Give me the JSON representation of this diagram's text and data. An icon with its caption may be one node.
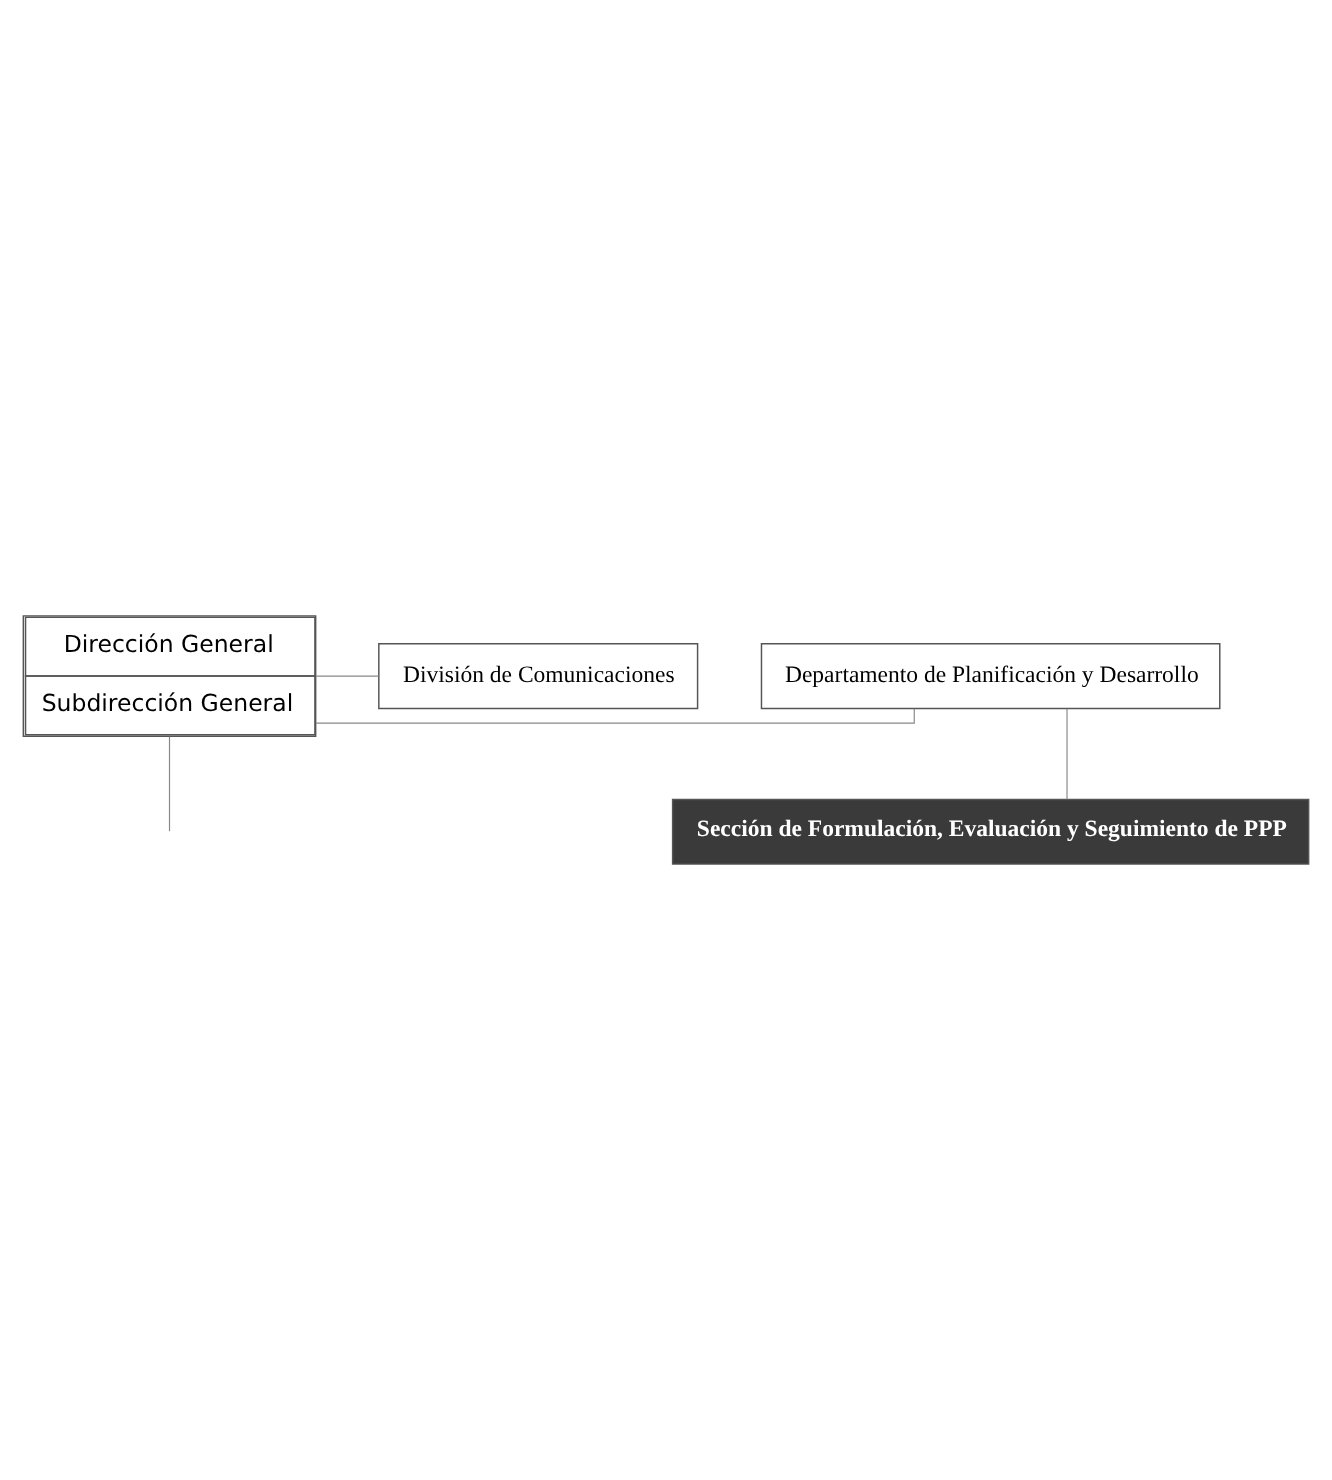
{
  "diagram": {
    "nodes": [
      {
        "text": [
          "Dirección General",
          "Subdirección General"
        ]
      },
      {
        "text": [
          "División de Comunicaciones"
        ]
      },
      {
        "text": [
          "Departamento de Planificación y Desarrollo"
        ]
      },
      {
        "text": [
          "Sección de Formulación, Evaluación y Seguimiento de PPP"
        ]
      }
    ],
    "edges": [
      {
        "from": 1,
        "to": 0,
        "arrow": "none"
      },
      {
        "from": 2,
        "to": 0,
        "arrow": "none"
      },
      {
        "from": 2,
        "to": 3,
        "arrow": "none"
      },
      {
        "from": 0,
        "to": null,
        "arrow": "none"
      }
    ]
  }
}
